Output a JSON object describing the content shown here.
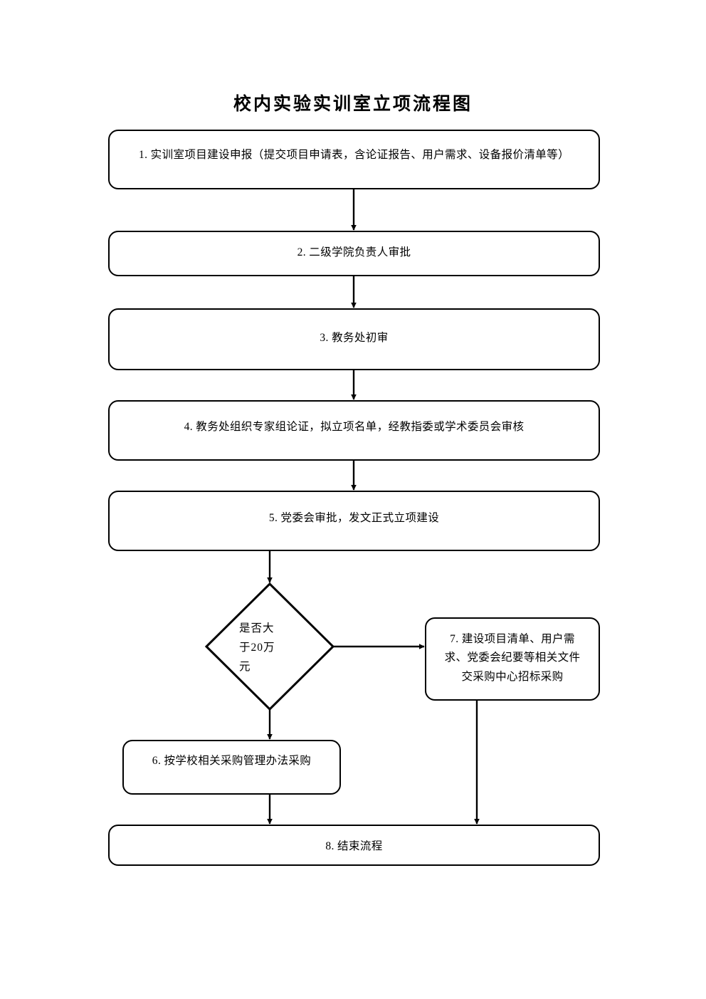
{
  "document": {
    "title": "校内实验实训室立项流程图"
  },
  "chart_data": {
    "type": "diagram",
    "diagram_kind": "flowchart",
    "orientation": "top-to-bottom",
    "title": "校内实验实训室立项流程图",
    "nodes": [
      {
        "id": "n1",
        "shape": "rounded-rectangle",
        "label": "1. 实训室项目建设申报（提交项目申请表，含论证报告、用户需求、设备报价清单等）"
      },
      {
        "id": "n2",
        "shape": "rounded-rectangle",
        "label": "2. 二级学院负责人审批"
      },
      {
        "id": "n3",
        "shape": "rounded-rectangle",
        "label": "3. 教务处初审"
      },
      {
        "id": "n4",
        "shape": "rounded-rectangle",
        "label": "4. 教务处组织专家组论证，拟立项名单，经教指委或学术委员会审核"
      },
      {
        "id": "n5",
        "shape": "rounded-rectangle",
        "label": "5. 党委会审批，发文正式立项建设"
      },
      {
        "id": "d1",
        "shape": "diamond",
        "label": "是否大\n于20万\n元"
      },
      {
        "id": "n7",
        "shape": "rounded-rectangle",
        "label": "7. 建设项目清单、用户需\n求、党委会纪要等相关文件\n交采购中心招标采购"
      },
      {
        "id": "n6",
        "shape": "rounded-rectangle",
        "label": "6. 按学校相关采购管理办法采购"
      },
      {
        "id": "n8",
        "shape": "rounded-rectangle",
        "label": "8. 结束流程"
      }
    ],
    "edges": [
      {
        "from": "n1",
        "to": "n2",
        "label": ""
      },
      {
        "from": "n2",
        "to": "n3",
        "label": ""
      },
      {
        "from": "n3",
        "to": "n4",
        "label": ""
      },
      {
        "from": "n4",
        "to": "n5",
        "label": ""
      },
      {
        "from": "n5",
        "to": "d1",
        "label": ""
      },
      {
        "from": "d1",
        "to": "n7",
        "label": ""
      },
      {
        "from": "d1",
        "to": "n6",
        "label": ""
      },
      {
        "from": "n6",
        "to": "n8",
        "label": ""
      },
      {
        "from": "n7",
        "to": "n8",
        "label": ""
      }
    ],
    "colors": {
      "stroke": "#000000",
      "fill": "#ffffff",
      "text": "#000000",
      "background": "#ffffff"
    }
  }
}
